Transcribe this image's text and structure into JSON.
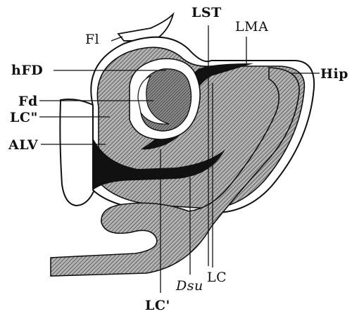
{
  "figure": {
    "labels": {
      "fi": "Fl",
      "lst": "LST",
      "lma": "LMA",
      "hfd": "hFD",
      "hip": "Hip",
      "fd": "Fd",
      "lc2": "LC\"",
      "alv": "ALV",
      "dsu": "Dsu",
      "lc": "LC",
      "lc1": "LC'"
    },
    "colors": {
      "ink": "#111111",
      "tissue": "#9a9a9a",
      "paper": "#ffffff"
    }
  }
}
